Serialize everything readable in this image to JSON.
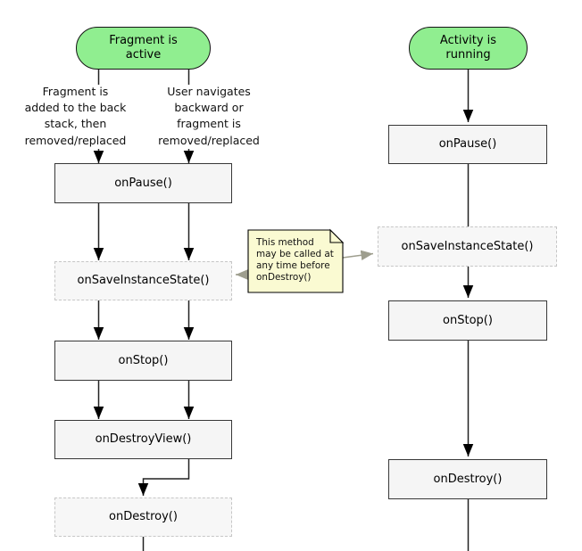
{
  "diagram": {
    "fragment_column": {
      "start": "Fragment is\nactive",
      "cause_left": "Fragment is\nadded to the back\nstack, then\nremoved/replaced",
      "cause_right": "User navigates\nbackward or\nfragment is\nremoved/replaced",
      "steps": [
        "onPause()",
        "onSaveInstanceState()",
        "onStop()",
        "onDestroyView()",
        "onDestroy()"
      ]
    },
    "activity_column": {
      "start": "Activity is\nrunning",
      "steps": [
        "onPause()",
        "onSaveInstanceState()",
        "onStop()",
        "onDestroy()"
      ]
    },
    "note": {
      "text": "This method\nmay be called at\nany time before\nonDestroy()"
    },
    "colors": {
      "start_fill": "#90ee90",
      "step_fill": "#f5f5f5",
      "step_border": "#383838",
      "optional_fill": "#f7f7f7",
      "optional_border": "#c6c6c6",
      "note_fill": "#fafad2",
      "note_border": "#000000",
      "note_arrow": "#9e9e8e",
      "connector": "#222222"
    }
  }
}
